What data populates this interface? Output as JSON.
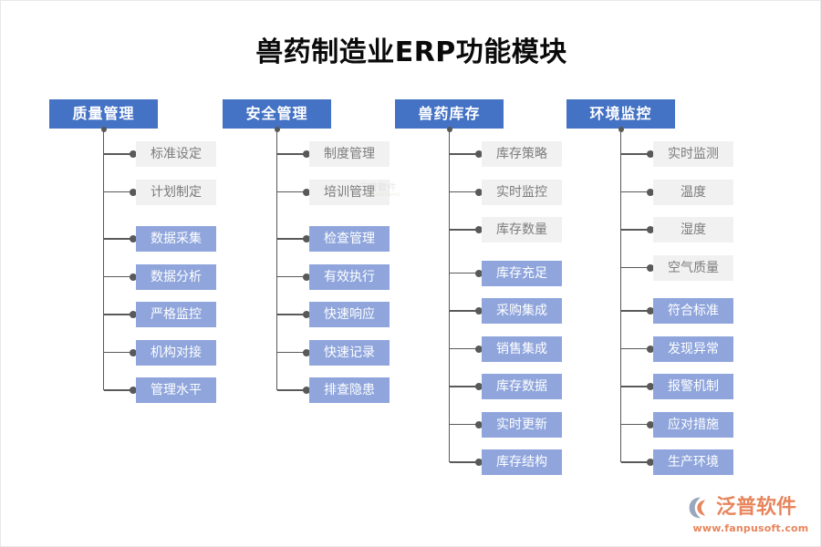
{
  "title": "兽药制造业ERP功能模块",
  "colors": {
    "header_blue": "#4472c4",
    "node_blue": "#8fa5dc",
    "node_gray_bg": "#f1f1f1",
    "node_gray_text": "#7c7c7c",
    "connector": "#595959",
    "brand_orange": "#e8855c",
    "background": "#ffffff"
  },
  "columns": [
    {
      "header": "质量管理",
      "items": [
        {
          "label": "标准设定",
          "style": "gray"
        },
        {
          "label": "计划制定",
          "style": "gray"
        },
        {
          "label": "数据采集",
          "style": "blue"
        },
        {
          "label": "数据分析",
          "style": "blue"
        },
        {
          "label": "严格监控",
          "style": "blue"
        },
        {
          "label": "机构对接",
          "style": "blue"
        },
        {
          "label": "管理水平",
          "style": "blue"
        }
      ]
    },
    {
      "header": "安全管理",
      "items": [
        {
          "label": "制度管理",
          "style": "gray"
        },
        {
          "label": "培训管理",
          "style": "gray"
        },
        {
          "label": "检查管理",
          "style": "blue"
        },
        {
          "label": "有效执行",
          "style": "blue"
        },
        {
          "label": "快速响应",
          "style": "blue"
        },
        {
          "label": "快速记录",
          "style": "blue"
        },
        {
          "label": "排查隐患",
          "style": "blue"
        }
      ]
    },
    {
      "header": "兽药库存",
      "items": [
        {
          "label": "库存策略",
          "style": "gray"
        },
        {
          "label": "实时监控",
          "style": "gray"
        },
        {
          "label": "库存数量",
          "style": "gray"
        },
        {
          "label": "库存充足",
          "style": "blue"
        },
        {
          "label": "采购集成",
          "style": "blue"
        },
        {
          "label": "销售集成",
          "style": "blue"
        },
        {
          "label": "库存数据",
          "style": "blue"
        },
        {
          "label": "实时更新",
          "style": "blue"
        },
        {
          "label": "库存结构",
          "style": "blue"
        }
      ]
    },
    {
      "header": "环境监控",
      "items": [
        {
          "label": "实时监测",
          "style": "gray"
        },
        {
          "label": "温度",
          "style": "gray"
        },
        {
          "label": "湿度",
          "style": "gray"
        },
        {
          "label": "空气质量",
          "style": "gray"
        },
        {
          "label": "符合标准",
          "style": "blue"
        },
        {
          "label": "发现异常",
          "style": "blue"
        },
        {
          "label": "报警机制",
          "style": "blue"
        },
        {
          "label": "应对措施",
          "style": "blue"
        },
        {
          "label": "生产环境",
          "style": "blue"
        }
      ]
    }
  ],
  "watermark": {
    "text": "泛普软件",
    "subtext": "FANPU SOFTWARE"
  },
  "brand": {
    "name": "泛普软件",
    "url": "www.fanpusoft.com"
  }
}
